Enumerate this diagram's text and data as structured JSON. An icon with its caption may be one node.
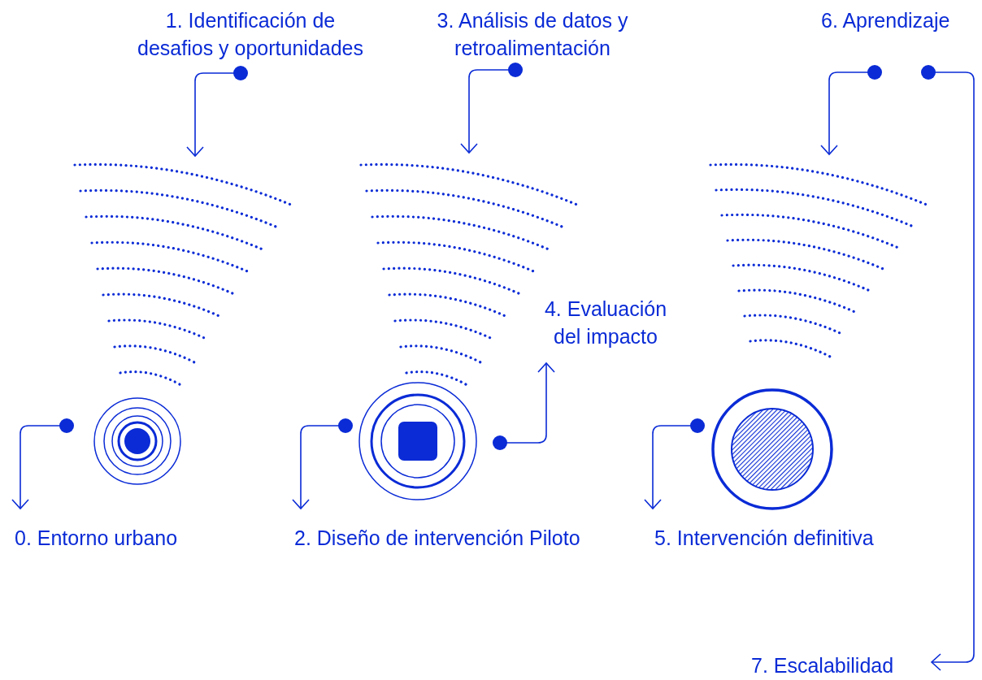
{
  "diagram": {
    "nodes": [
      {
        "text": [
          "0. Entorno urbano"
        ]
      },
      {
        "text": [
          "1. Identificación de desafios y oportunidades"
        ]
      },
      {
        "text": [
          "2. Diseño de intervención Piloto"
        ]
      },
      {
        "text": [
          "3.  Análisis de datos y retroalimentación"
        ]
      },
      {
        "text": [
          "4. Evaluación del impacto"
        ]
      },
      {
        "text": [
          "5. Intervención definitiva"
        ]
      },
      {
        "text": [
          "6. Aprendizaje"
        ]
      },
      {
        "text": [
          "7. Escalabilidad"
        ]
      },
      {
        "text": [],
        "shape": "circle"
      },
      {
        "text": [],
        "shape": "circle"
      },
      {
        "text": [],
        "shape": "circle"
      }
    ],
    "edges": [
      {
        "from": 8,
        "to": 0,
        "arrow": "to"
      },
      {
        "from": 1,
        "to": 8,
        "arrow": "to"
      },
      {
        "from": 9,
        "to": 2,
        "arrow": "to"
      },
      {
        "from": 3,
        "to": 9,
        "arrow": "to"
      },
      {
        "from": 9,
        "to": 4,
        "arrow": "to"
      },
      {
        "from": 10,
        "to": 5,
        "arrow": "to"
      },
      {
        "from": 6,
        "to": 10,
        "arrow": "to"
      },
      {
        "from": 6,
        "to": 7,
        "arrow": "to"
      }
    ]
  }
}
